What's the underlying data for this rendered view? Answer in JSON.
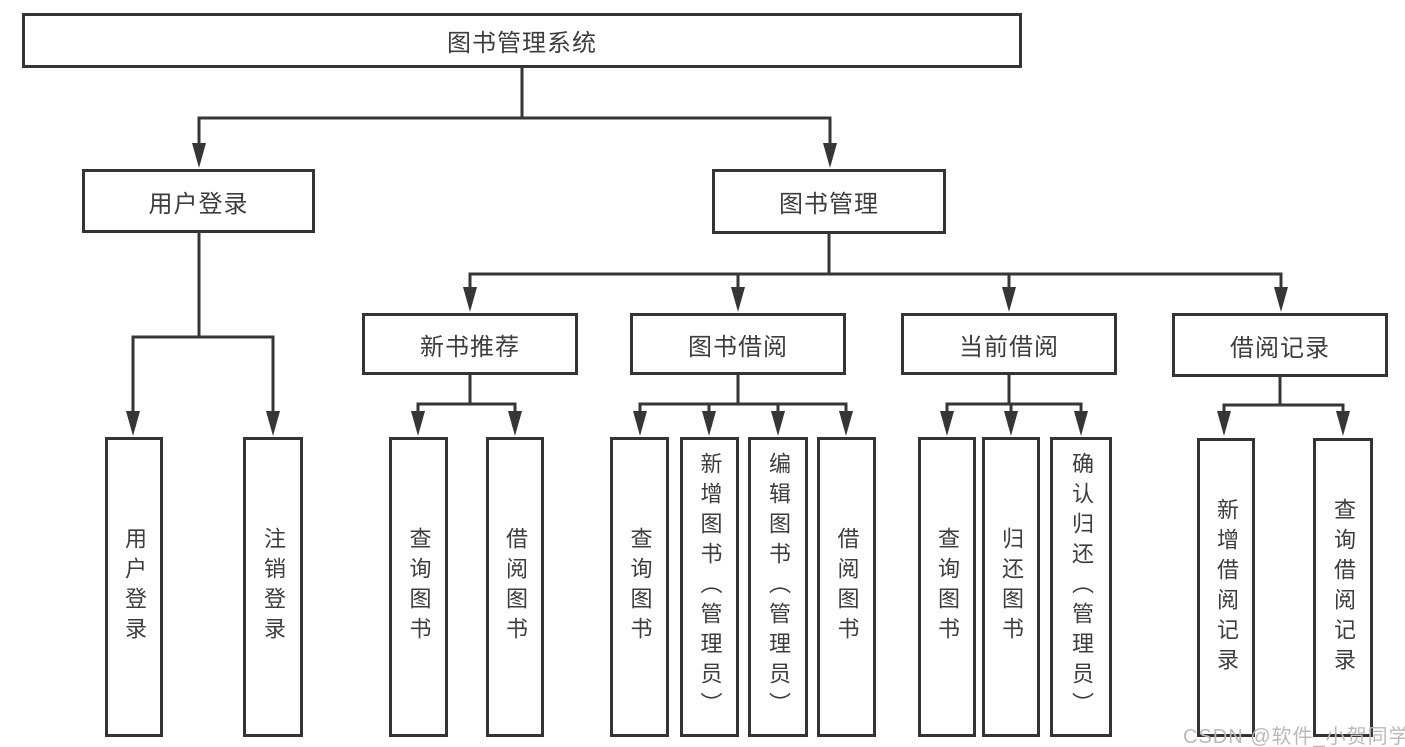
{
  "diagram": {
    "root": {
      "label": "图书管理系统"
    },
    "branches": [
      {
        "label": "用户登录",
        "children": [
          "用户登录",
          "注销登录"
        ]
      },
      {
        "label": "图书管理",
        "sections": [
          {
            "label": "新书推荐",
            "children": [
              "查询图书",
              "借阅图书"
            ]
          },
          {
            "label": "图书借阅",
            "children": [
              "查询图书",
              "新增图书（管理员）",
              "编辑图书（管理员）",
              "借阅图书"
            ]
          },
          {
            "label": "当前借阅",
            "children": [
              "查询图书",
              "归还图书",
              "确认归还（管理员）"
            ]
          },
          {
            "label": "借阅记录",
            "children": [
              "新增借阅记录",
              "查询借阅记录"
            ]
          }
        ]
      }
    ]
  },
  "watermark": {
    "text": "CSDN @软件_小贺同学"
  },
  "colors": {
    "line": "#363636",
    "box_border": "#343434",
    "text": "#3d3d3d",
    "watermark": "#b9b9b9",
    "background": "#ffffff"
  }
}
